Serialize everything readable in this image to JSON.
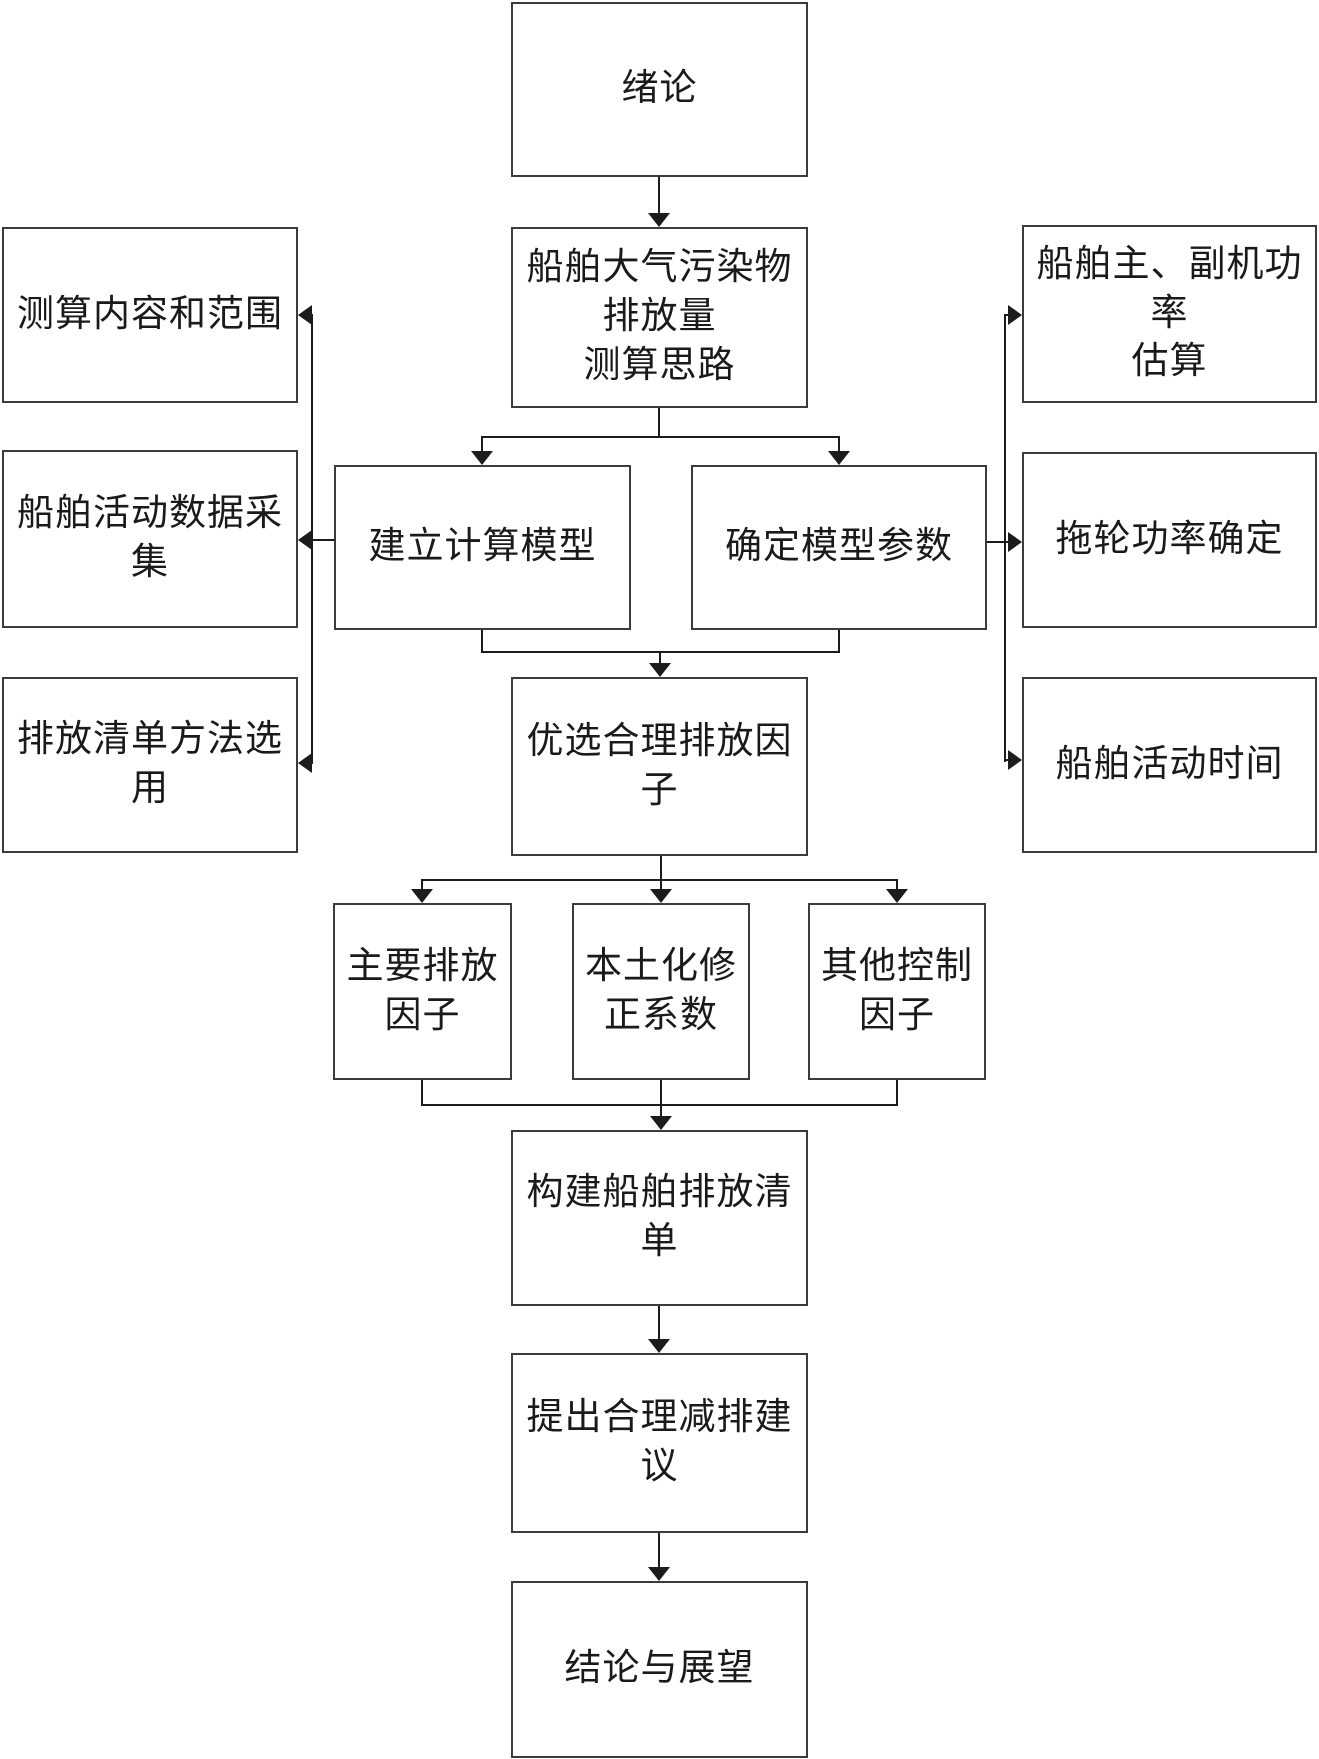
{
  "colors": {
    "background": "#ffffff",
    "text": "#1a1a1a",
    "line": "#1c1c1c",
    "box_border": "#3c3c3c"
  },
  "diagram": {
    "type": "flowchart",
    "nodes": [
      {
        "id": "intro",
        "label": "绪论"
      },
      {
        "id": "approach",
        "label": "船舶大气污染物\n排放量\n测算思路"
      },
      {
        "id": "scope",
        "label": "测算内容和范围"
      },
      {
        "id": "data-collection",
        "label": "船舶活动数据采集"
      },
      {
        "id": "method-selection",
        "label": "排放清单方法选用"
      },
      {
        "id": "build-model",
        "label": "建立计算模型"
      },
      {
        "id": "determine-params",
        "label": "确定模型参数"
      },
      {
        "id": "engine-power",
        "label": "船舶主、副机功率\n估算"
      },
      {
        "id": "tugboat-power",
        "label": "拖轮功率确定"
      },
      {
        "id": "activity-time",
        "label": "船舶活动时间"
      },
      {
        "id": "select-factors",
        "label": "优选合理排放因子"
      },
      {
        "id": "main-factors",
        "label": "主要排放\n因子"
      },
      {
        "id": "localization",
        "label": "本土化修\n正系数"
      },
      {
        "id": "other-factors",
        "label": "其他控制\n因子"
      },
      {
        "id": "build-inventory",
        "label": "构建船舶排放清单"
      },
      {
        "id": "suggestions",
        "label": "提出合理减排建议"
      },
      {
        "id": "conclusion",
        "label": "结论与展望"
      }
    ],
    "edges": [
      "绪论 → 船舶大气污染物排放量测算思路",
      "船舶大气污染物排放量测算思路 → 建立计算模型",
      "船舶大气污染物排放量测算思路 → 确定模型参数",
      "建立计算模型 → 测算内容和范围",
      "建立计算模型 → 船舶活动数据采集",
      "建立计算模型 → 排放清单方法选用",
      "确定模型参数 → 船舶主、副机功率估算",
      "确定模型参数 → 拖轮功率确定",
      "确定模型参数 → 船舶活动时间",
      "建立计算模型+确定模型参数 → 优选合理排放因子",
      "优选合理排放因子 → 主要排放因子",
      "优选合理排放因子 → 本土化修正系数",
      "优选合理排放因子 → 其他控制因子",
      "主要排放因子+本土化修正系数+其他控制因子 → 构建船舶排放清单",
      "构建船舶排放清单 → 提出合理减排建议",
      "提出合理减排建议 → 结论与展望"
    ]
  }
}
